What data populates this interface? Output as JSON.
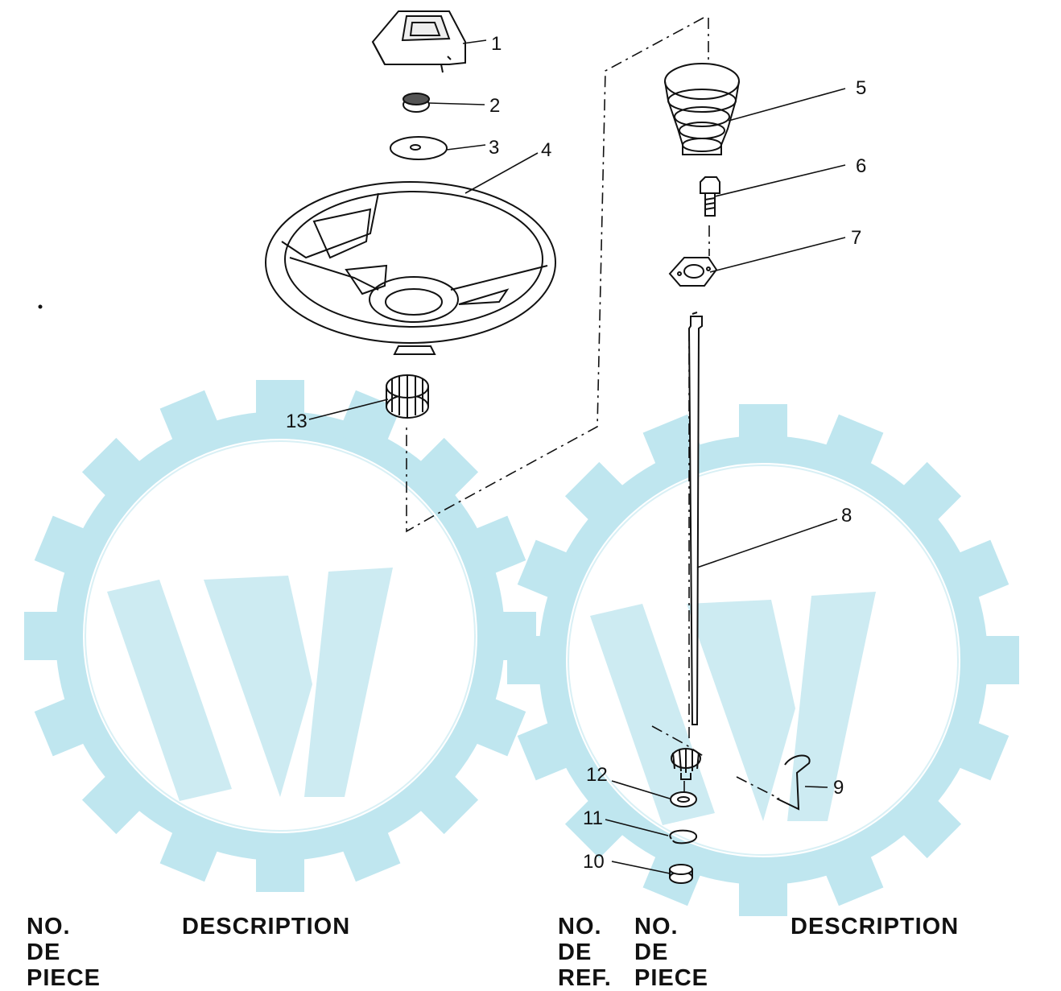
{
  "callouts": [
    "1",
    "2",
    "3",
    "4",
    "5",
    "6",
    "7",
    "8",
    "9",
    "10",
    "11",
    "12",
    "13"
  ],
  "table_header_left": {
    "col_no": "NO.",
    "col_de": "DE",
    "col_piece": "PIECE",
    "col_description": "DESCRIPTION"
  },
  "table_header_right": {
    "col_no_ref": "NO.",
    "col_de_ref": "DE",
    "col_ref": "REF.",
    "col_no_piece": "NO.",
    "col_de_piece": "DE",
    "col_piece": "PIECE",
    "col_description": "DESCRIPTION"
  },
  "watermark": {
    "color": "#2aa8c4",
    "shape": "gear-w-logo"
  }
}
